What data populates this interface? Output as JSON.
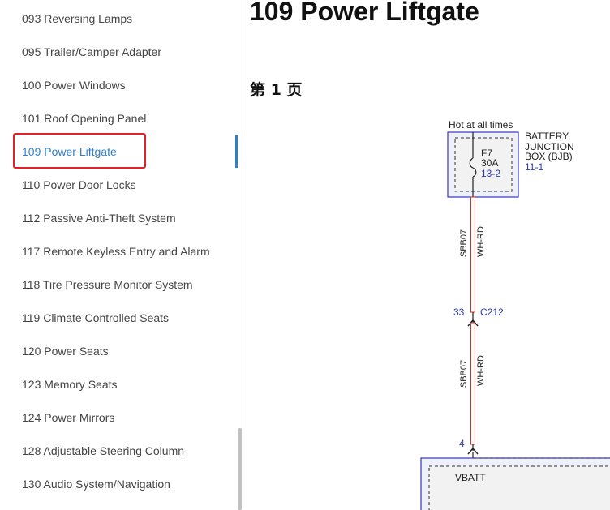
{
  "sidebar": {
    "items": [
      {
        "label": "093 Reversing Lamps"
      },
      {
        "label": "095 Trailer/Camper Adapter"
      },
      {
        "label": "100 Power Windows"
      },
      {
        "label": "101 Roof Opening Panel"
      },
      {
        "label": "109 Power Liftgate",
        "active": true
      },
      {
        "label": "110 Power Door Locks"
      },
      {
        "label": "112 Passive Anti-Theft System"
      },
      {
        "label": "117 Remote Keyless Entry and Alarm"
      },
      {
        "label": "118 Tire Pressure Monitor System"
      },
      {
        "label": "119 Climate Controlled Seats"
      },
      {
        "label": "120 Power Seats"
      },
      {
        "label": "123 Memory Seats"
      },
      {
        "label": "124 Power Mirrors"
      },
      {
        "label": "128 Adjustable Steering Column"
      },
      {
        "label": "130 Audio System/Navigation"
      }
    ]
  },
  "main": {
    "title": "109 Power Liftgate",
    "page_label": "第 1 页"
  },
  "diagram": {
    "hot_label": "Hot at all times",
    "bjb_line1": "BATTERY",
    "bjb_line2": "JUNCTION",
    "bjb_line3": "BOX (BJB)",
    "bjb_ref": "11-1",
    "fuse_name": "F7",
    "fuse_rating": "30A",
    "fuse_ref": "13-2",
    "circuit_1": "SBB07",
    "wire_color_1": "WH-RD",
    "pin_1": "33",
    "connector": "C212",
    "circuit_2": "SBB07",
    "wire_color_2": "WH-RD",
    "pin_2": "4",
    "module_pin": "VBATT",
    "colors": {
      "box_border": "#3535c0",
      "ref_blue": "#2b3bb0",
      "wire": "#c0392b",
      "active_link": "#2f7fd0",
      "highlight": "#e0212a"
    }
  }
}
